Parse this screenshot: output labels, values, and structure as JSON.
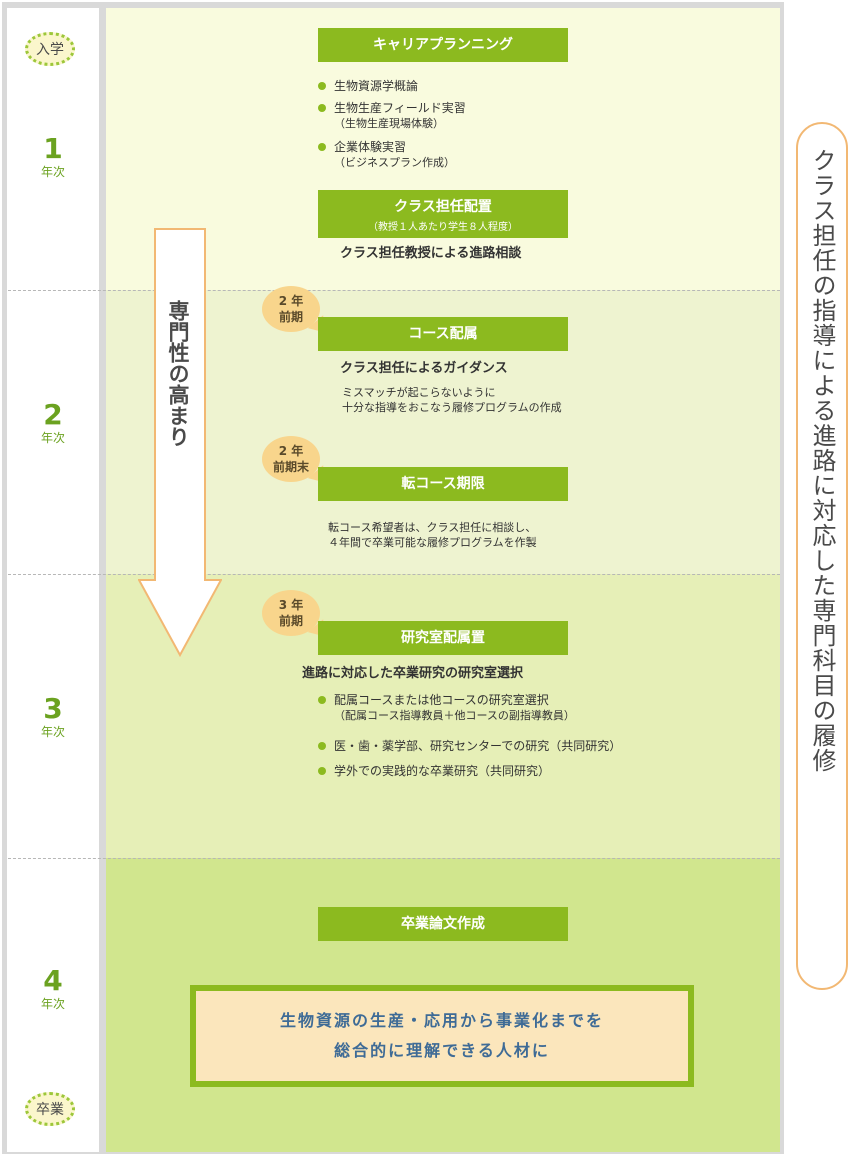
{
  "markers": {
    "start": "入学",
    "end": "卒業"
  },
  "years": [
    {
      "num": "1",
      "label": "年次"
    },
    {
      "num": "2",
      "label": "年次"
    },
    {
      "num": "3",
      "label": "年次"
    },
    {
      "num": "4",
      "label": "年次"
    }
  ],
  "arrow_label": "専門性の高まり",
  "side_panel": "クラス担任の指導による進路に対応した専門科目の履修",
  "year1": {
    "bar1": "キャリアプランニング",
    "items": [
      {
        "text": "生物資源学概論",
        "sub": ""
      },
      {
        "text": "生物生産フィールド実習",
        "sub": "（生物生産現場体験）"
      },
      {
        "text": "企業体験実習",
        "sub": "（ビジネスプラン作成）"
      }
    ],
    "bar2": "クラス担任配置",
    "bar2_sub": "（教授１人あたり学生８人程度）",
    "consult": "クラス担任教授による進路相談"
  },
  "year2": {
    "bubble1": {
      "line1": "2 年",
      "line2": "前期"
    },
    "bar1": "コース配属",
    "guidance": "クラス担任によるガイダンス",
    "note1": [
      "ミスマッチが起こらないように",
      "十分な指導をおこなう履修プログラムの作成"
    ],
    "bubble2": {
      "line1": "2 年",
      "line2": "前期末"
    },
    "bar2": "転コース期限",
    "note2": [
      "転コース希望者は、クラス担任に相談し、",
      "４年間で卒業可能な履修プログラムを作製"
    ]
  },
  "year3": {
    "bubble": {
      "line1": "3 年",
      "line2": "前期"
    },
    "bar": "研究室配属置",
    "heading": "進路に対応した卒業研究の研究室選択",
    "items": [
      {
        "text": "配属コースまたは他コースの研究室選択",
        "sub": "（配属コース指導教員＋他コースの副指導教員）"
      },
      {
        "text": "医・歯・薬学部、研究センターでの研究（共同研究）",
        "sub": ""
      },
      {
        "text": "学外での実践的な卒業研究（共同研究）",
        "sub": ""
      }
    ]
  },
  "year4": {
    "bar": "卒業論文作成",
    "result": [
      "生物資源の生産・応用から事業化までを",
      "総合的に理解できる人材に"
    ]
  }
}
